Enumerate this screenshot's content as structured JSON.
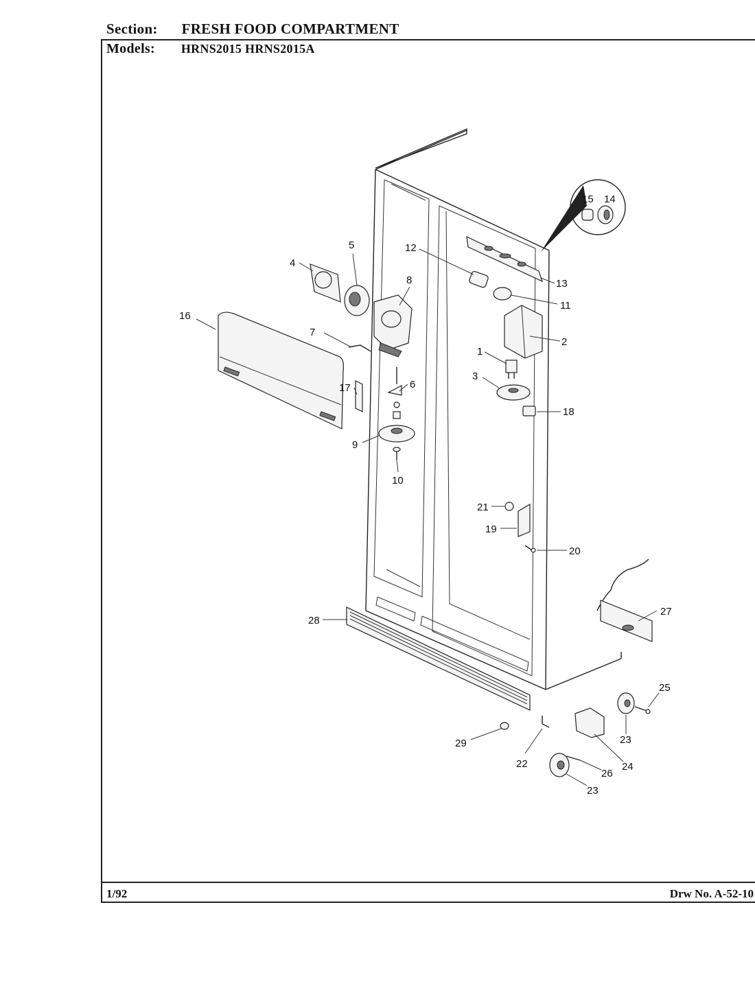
{
  "header": {
    "section_label": "Section:",
    "section_value": "FRESH FOOD COMPARTMENT",
    "models_label": "Models:",
    "models_value": "HRNS2015  HRNS2015A"
  },
  "footer": {
    "date": "1/92",
    "drawing_number": "Drw No. A-52-10"
  },
  "callouts": [
    "1",
    "2",
    "3",
    "4",
    "5",
    "6",
    "7",
    "8",
    "9",
    "10",
    "11",
    "12",
    "13",
    "14",
    "15",
    "16",
    "17",
    "18",
    "19",
    "20",
    "21",
    "22",
    "23",
    "23",
    "24",
    "25",
    "26",
    "27",
    "28",
    "29"
  ]
}
